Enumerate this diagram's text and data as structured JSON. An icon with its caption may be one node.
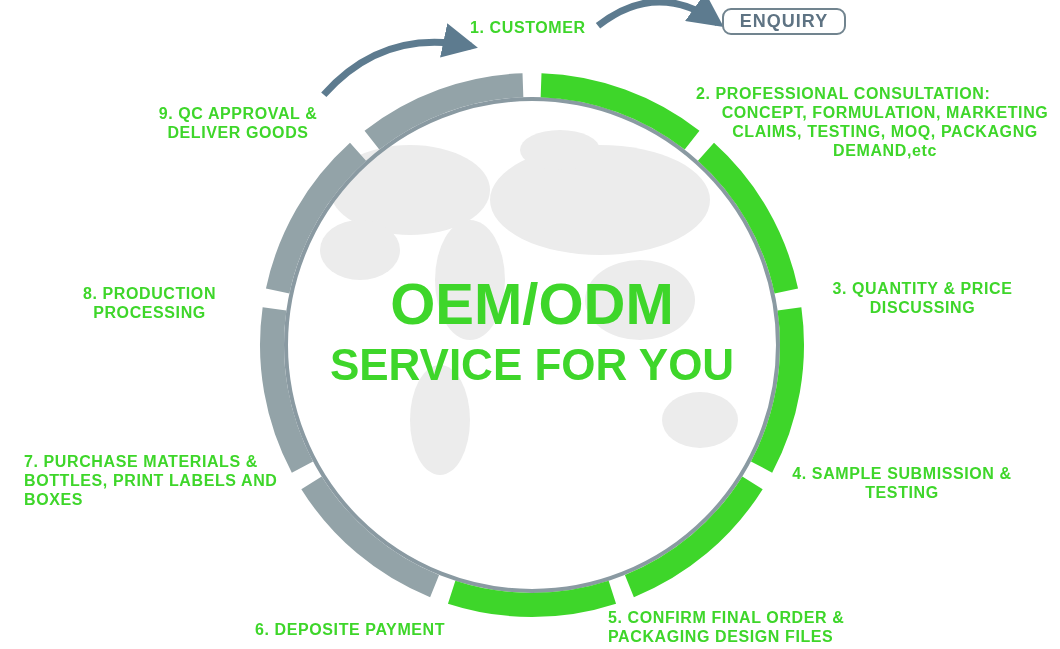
{
  "diagram": {
    "nodes": [
      {
        "text": [
          "1. CUSTOMER"
        ]
      },
      {
        "text": [
          "ENQUIRY"
        ]
      },
      {
        "text": [
          "2. PROFESSIONAL CONSULTATION:",
          "CONCEPT, FORMULATION, MARKETING CLAIMS, TESTING, MOQ, PACKAGNG DEMAND,etc"
        ]
      },
      {
        "text": [
          "3. QUANTITY & PRICE DISCUSSING"
        ]
      },
      {
        "text": [
          "4. SAMPLE SUBMISSION & TESTING"
        ]
      },
      {
        "text": [
          "5. CONFIRM FINAL ORDER & PACKAGING DESIGN FILES"
        ]
      },
      {
        "text": [
          "6. DEPOSITE PAYMENT"
        ]
      },
      {
        "text": [
          "7. PURCHASE MATERIALS & BOTTLES, PRINT LABELS AND BOXES"
        ]
      },
      {
        "text": [
          "8. PRODUCTION PROCESSING"
        ]
      },
      {
        "text": [
          "9. QC APPROVAL & DELIVER GOODS"
        ]
      }
    ],
    "edges": [
      {
        "from": 0,
        "to": 1,
        "arrow": "to"
      },
      {
        "from": 9,
        "to": 0,
        "arrow": "to"
      }
    ],
    "labels": [
      "OEM/ODM",
      "SERVICE FOR YOU"
    ]
  }
}
